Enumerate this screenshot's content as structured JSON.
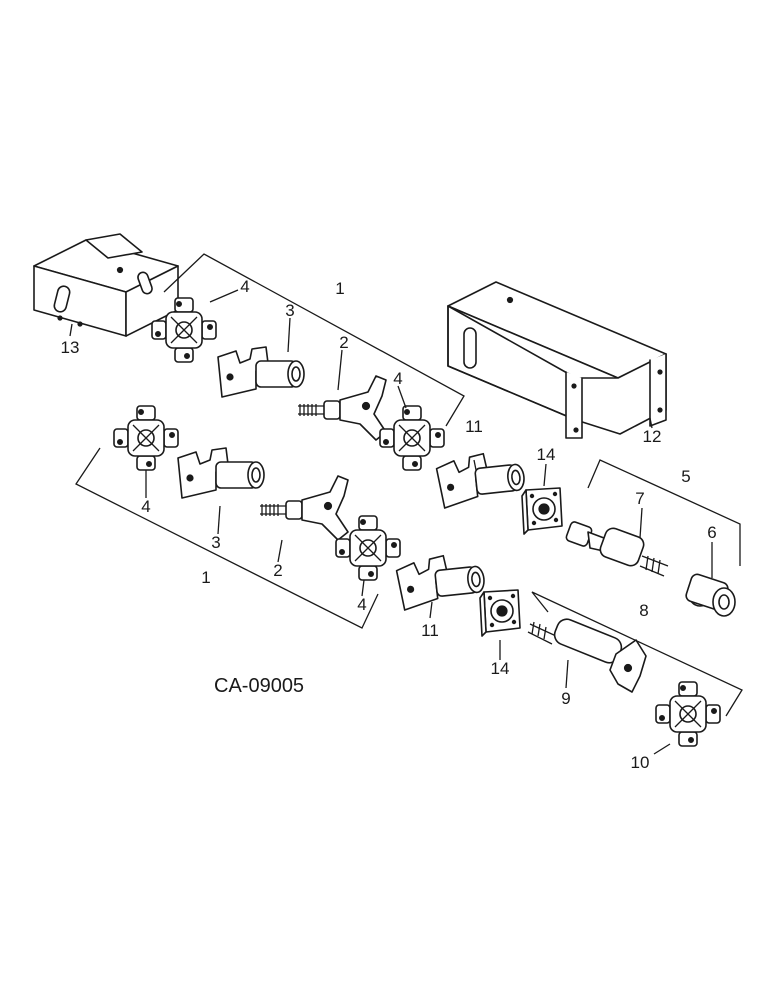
{
  "figure": {
    "reference_code": "CA-09005"
  },
  "callouts": {
    "c1_upper": "1",
    "c1_lower": "1",
    "c2_upper": "2",
    "c2_lower": "2",
    "c3_upper": "3",
    "c3_lower": "3",
    "c4_a": "4",
    "c4_b": "4",
    "c4_c": "4",
    "c4_d": "4",
    "c5": "5",
    "c6": "6",
    "c7": "7",
    "c8": "8",
    "c9": "9",
    "c10": "10",
    "c11_upper": "11",
    "c11_lower": "11",
    "c12": "12",
    "c13": "13",
    "c14_upper": "14",
    "c14_lower": "14"
  }
}
